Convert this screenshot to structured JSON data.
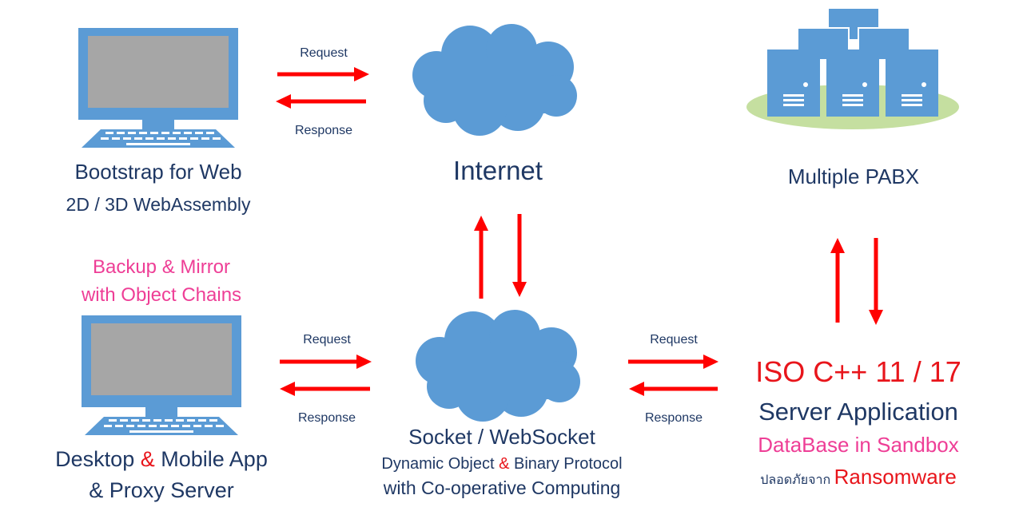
{
  "colors": {
    "laptop_blue": "#5b9bd5",
    "screen_gray": "#a6a6a6",
    "cloud_blue": "#5b9bd5",
    "arrow_red": "#ff0000",
    "server_blue": "#5b9bd5",
    "ground_green": "#c5dfa0",
    "navy_text": "#1f3864",
    "pink_text": "#ee3e96",
    "red_text": "#e8151b"
  },
  "arrows": {
    "request_label": "Request",
    "response_label": "Response"
  },
  "web_client": {
    "icon": "laptop-icon",
    "title": "Bootstrap for Web",
    "subtitle": "2D / 3D WebAssembly"
  },
  "internet": {
    "icon": "cloud-icon",
    "title": "Internet"
  },
  "pabx": {
    "icon": "server-cluster-icon",
    "title": "Multiple PABX"
  },
  "backup": {
    "line1": "Backup & Mirror",
    "line2": "with Object Chains"
  },
  "desktop_client": {
    "icon": "laptop-icon",
    "line1_a": "Desktop ",
    "line1_amp": "&",
    "line1_b": " Mobile App",
    "line2": "& Proxy Server"
  },
  "socket": {
    "icon": "cloud-icon",
    "title": "Socket / WebSocket",
    "line2_a": "Dynamic Object ",
    "line2_amp": "&",
    "line2_b": " Binary Protocol",
    "line3": "with Co-operative Computing"
  },
  "server": {
    "line1": "ISO C++ 11 / 17",
    "line2": "Server Application",
    "line3": "DataBase in Sandbox",
    "line4_a": "ปลอดภัยจาก",
    "line4_b": "Ransomware"
  }
}
